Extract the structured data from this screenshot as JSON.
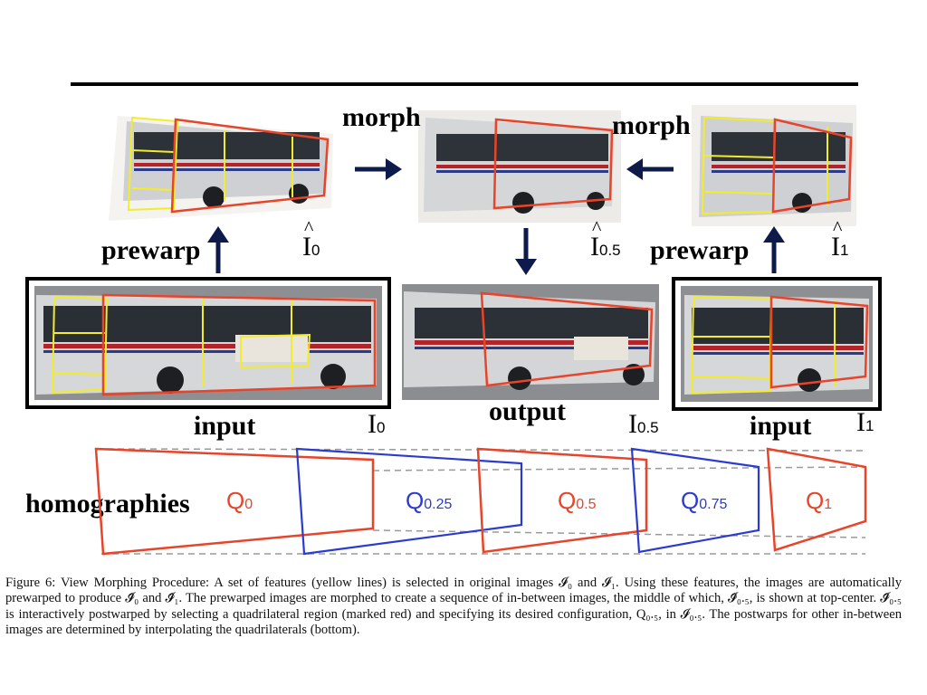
{
  "diagram": {
    "labels": {
      "morph_left": "morph",
      "morph_right": "morph",
      "prewarp_left": "prewarp",
      "prewarp_right": "prewarp",
      "input_left": "input",
      "input_right": "input",
      "output": "output",
      "homographies": "homographies"
    },
    "symbols": {
      "i0_hat": {
        "base": "I",
        "sub": "0"
      },
      "i05_hat": {
        "base": "I",
        "sub": "0.5"
      },
      "i1_hat": {
        "base": "I",
        "sub": "1"
      },
      "i0": {
        "base": "I",
        "sub": "0"
      },
      "i05": {
        "base": "I",
        "sub": "0.5"
      },
      "i1": {
        "base": "I",
        "sub": "1"
      }
    },
    "quads": [
      {
        "base": "Q",
        "sub": "0",
        "color": "#e8442a"
      },
      {
        "base": "Q",
        "sub": "0.25",
        "color": "#2b3bd0"
      },
      {
        "base": "Q",
        "sub": "0.5",
        "color": "#e8442a"
      },
      {
        "base": "Q",
        "sub": "0.75",
        "color": "#2b3bd0"
      },
      {
        "base": "Q",
        "sub": "1",
        "color": "#e8442a"
      }
    ],
    "colors": {
      "feature_lines": "#f2ec2a",
      "quad_red": "#e8442a",
      "quad_blue": "#2b3bd0",
      "arrow": "#0d1a4a"
    }
  },
  "caption": {
    "text": "Figure 6: View Morphing Procedure: A set of features (yellow lines) is selected in original images 𝓘₀ and 𝓘₁. Using these features, the images are automatically prewarped to produce 𝓘̂₀ and 𝓘̂₁. The prewarped images are morphed to create a sequence of in-between images, the middle of which, 𝓘̂₀.₅, is shown at top-center. 𝓘̂₀.₅ is interactively postwarped by selecting a quadrilateral region (marked red) and specifying its desired configuration, Q₀.₅, in 𝓘₀.₅. The postwarps for other in-between images are determined by interpolating the quadrilaterals (bottom)."
  }
}
